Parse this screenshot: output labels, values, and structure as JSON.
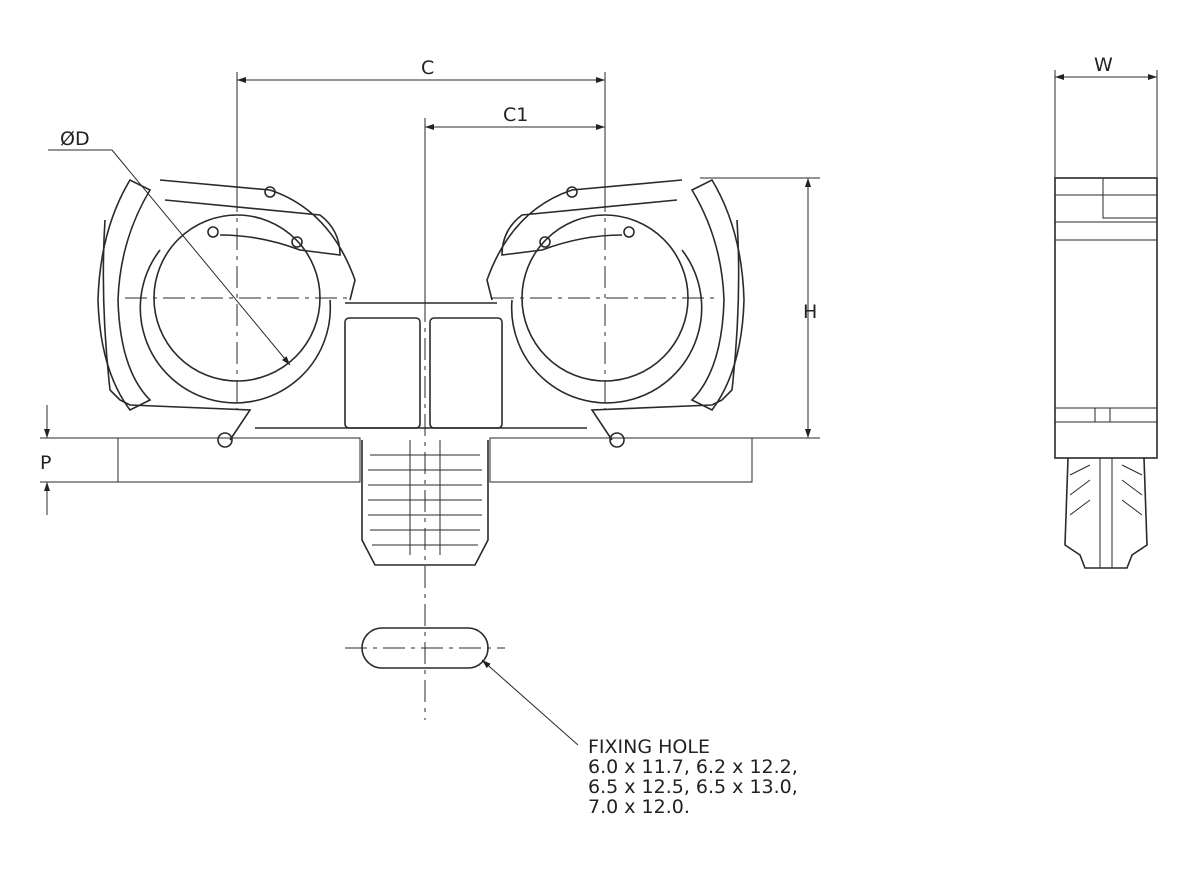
{
  "dimensions": {
    "c": "C",
    "c1": "C1",
    "d": "ØD",
    "h": "H",
    "p": "P",
    "w": "W"
  },
  "fixing_hole": {
    "title": "FIXING HOLE",
    "lines": [
      "6.0 x 11.7, 6.2 x 12.2,",
      "6.5 x 12.5, 6.5 x 13.0,",
      "7.0 x 12.0."
    ]
  }
}
